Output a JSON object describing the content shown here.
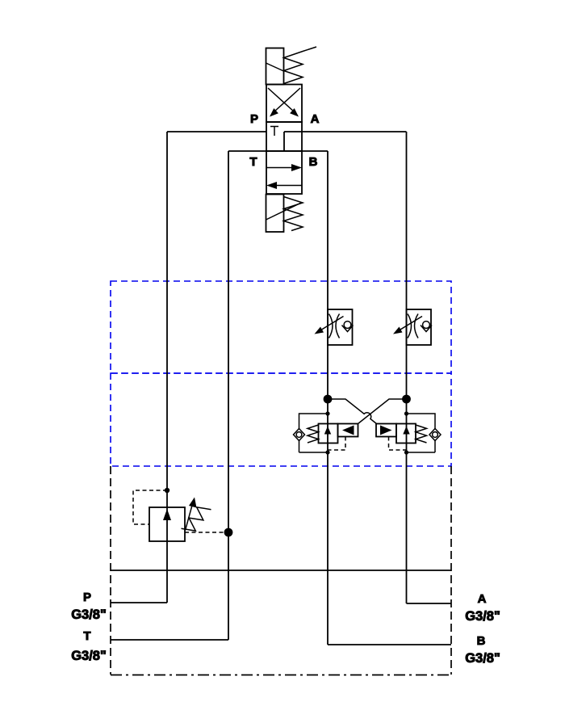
{
  "diagram": {
    "description": "Hydraulic valve block schematic with 4/3 directional valve, one-way flow controls, cross-piloted counterbalance valves and pressure relief valve",
    "colors": {
      "line": "#000000",
      "section_frame": "#0000ee",
      "background": "#ffffff"
    },
    "valve": {
      "p": "P",
      "a": "A",
      "t": "T",
      "b": "B"
    },
    "ports": {
      "p": {
        "name": "P",
        "size": "G3/8\""
      },
      "t": {
        "name": "T",
        "size": "G3/8\""
      },
      "a": {
        "name": "A",
        "size": "G3/8\""
      },
      "b": {
        "name": "B",
        "size": "G3/8\""
      }
    }
  }
}
